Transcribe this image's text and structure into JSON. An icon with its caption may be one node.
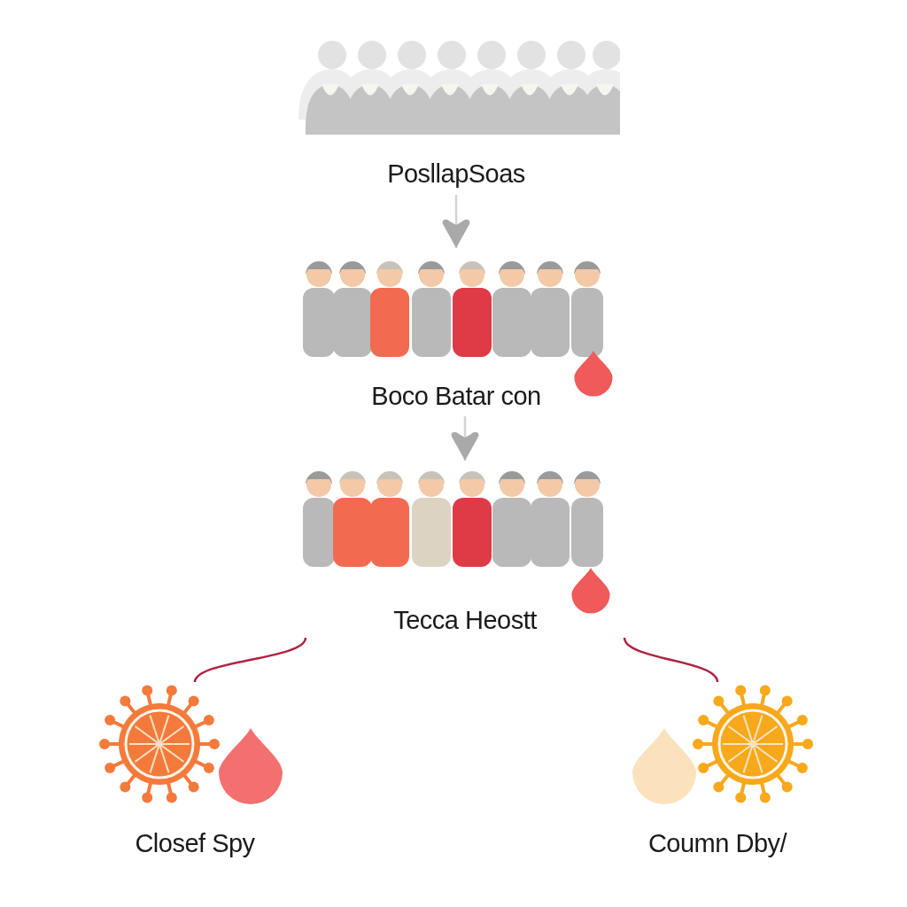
{
  "diagram": {
    "nodes": [
      {
        "text": [
          "PosllapSoas"
        ]
      },
      {
        "text": [
          "Boco Batar con"
        ]
      },
      {
        "text": [
          "Tecca Heostt"
        ]
      },
      {
        "text": [
          "Closef Spy"
        ]
      },
      {
        "text": [
          "Coumn Dby/"
        ]
      }
    ],
    "edges": [
      {
        "from": 0,
        "to": 1,
        "arrow": "to"
      },
      {
        "from": 1,
        "to": 2,
        "arrow": "to"
      },
      {
        "from": 2,
        "to": 3,
        "arrow": "none",
        "color": "#b0223f"
      },
      {
        "from": 2,
        "to": 4,
        "arrow": "none",
        "color": "#b0223f"
      }
    ]
  }
}
